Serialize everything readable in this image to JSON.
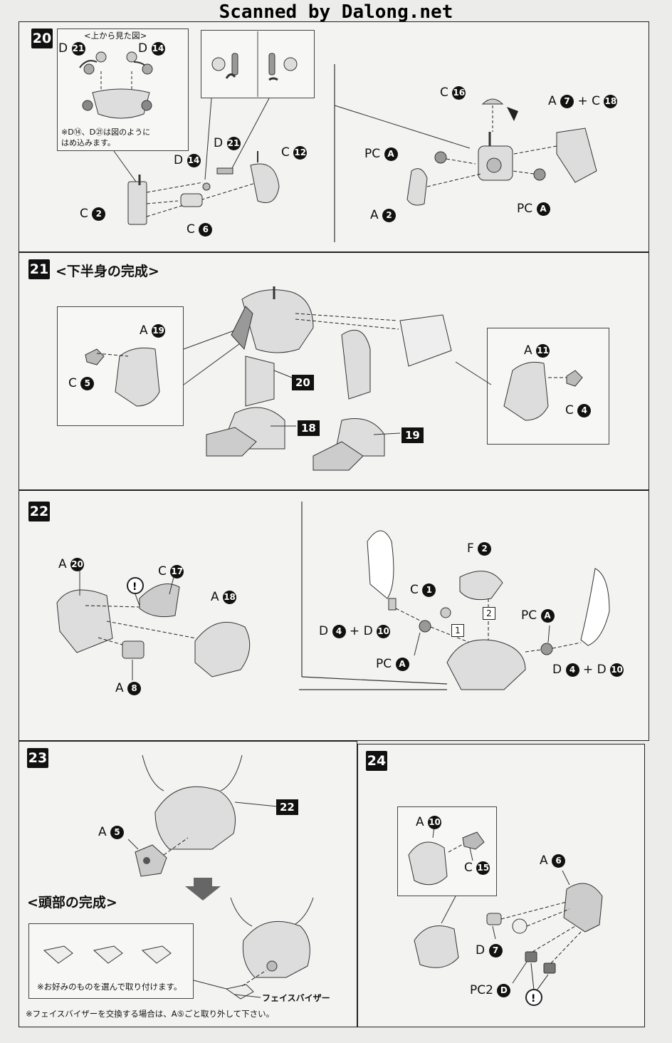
{
  "watermark": "Scanned by Dalong.net",
  "step20": {
    "number": "20",
    "inset_caption": "<上から見た図>",
    "note": "※D⑭、D㉑は図のように\nはめ込みます。",
    "labels": {
      "top_d21": {
        "letter": "D",
        "num": "21"
      },
      "top_d14": {
        "letter": "D",
        "num": "14"
      },
      "d14": {
        "letter": "D",
        "num": "14"
      },
      "d21": {
        "letter": "D",
        "num": "21"
      },
      "c12": {
        "letter": "C",
        "num": "12"
      },
      "c2": {
        "letter": "C",
        "num": "2"
      },
      "c6": {
        "letter": "C",
        "num": "6"
      },
      "c16": {
        "letter": "C",
        "num": "16"
      },
      "a7c18": {
        "letter": "A",
        "num": "7",
        "plus": "+",
        "letter2": "C",
        "num2": "18"
      },
      "pca_left": {
        "letter": "PC",
        "num": "A"
      },
      "pca_right": {
        "letter": "PC",
        "num": "A"
      },
      "a2": {
        "letter": "A",
        "num": "2"
      }
    }
  },
  "step21": {
    "number": "21",
    "title": "<下半身の完成>",
    "labels": {
      "a19": {
        "letter": "A",
        "num": "19"
      },
      "c5": {
        "letter": "C",
        "num": "5"
      },
      "a11": {
        "letter": "A",
        "num": "11"
      },
      "c4": {
        "letter": "C",
        "num": "4"
      }
    },
    "refs": {
      "r20": "20",
      "r18": "18",
      "r19": "19"
    }
  },
  "step22": {
    "number": "22",
    "labels": {
      "a20": {
        "letter": "A",
        "num": "20"
      },
      "c17": {
        "letter": "C",
        "num": "17"
      },
      "a18": {
        "letter": "A",
        "num": "18"
      },
      "a8": {
        "letter": "A",
        "num": "8"
      },
      "f2": {
        "letter": "F",
        "num": "2"
      },
      "c1": {
        "letter": "C",
        "num": "1"
      },
      "pca_r": {
        "letter": "PC",
        "num": "A"
      },
      "pca_l": {
        "letter": "PC",
        "num": "A"
      },
      "d4d10_l": {
        "letter": "D",
        "num": "4",
        "plus": "+",
        "letter2": "D",
        "num2": "10"
      },
      "d4d10_r": {
        "letter": "D",
        "num": "4",
        "plus": "+",
        "letter2": "D",
        "num2": "10"
      }
    },
    "order": {
      "first": "1",
      "second": "2"
    },
    "caution": "!"
  },
  "step23": {
    "number": "23",
    "ref22": "22",
    "label_a5": {
      "letter": "A",
      "num": "5"
    },
    "head_title": "<頭部の完成>",
    "visor_label": "フェイスバイザー",
    "visor_note": "※お好みのものを選んで取り付けます。",
    "footnote": "※フェイスバイザーを交換する場合は、A⑤ごと取り外して下さい。"
  },
  "step24": {
    "number": "24",
    "labels": {
      "a10": {
        "letter": "A",
        "num": "10"
      },
      "c15": {
        "letter": "C",
        "num": "15"
      },
      "a6": {
        "letter": "A",
        "num": "6"
      },
      "d7": {
        "letter": "D",
        "num": "7"
      },
      "pc2d": {
        "letter": "PC2",
        "num": "D"
      }
    },
    "caution": "!"
  }
}
